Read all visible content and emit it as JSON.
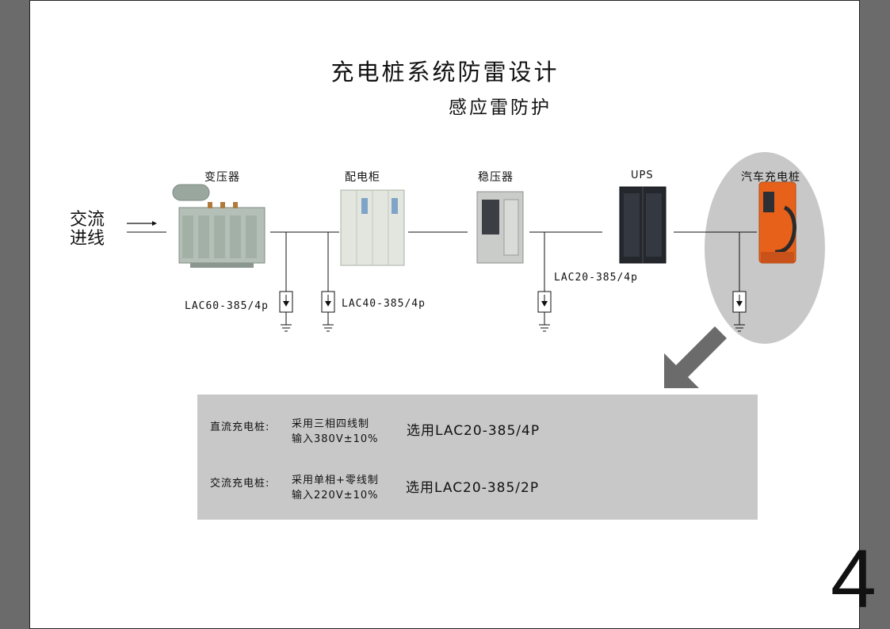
{
  "title": "充电桩系统防雷设计",
  "subtitle": "感应雷防护",
  "input": {
    "line1": "交流",
    "line2": "进线"
  },
  "equipment": {
    "transformer": "变压器",
    "distribution": "配电柜",
    "stabilizer": "稳压器",
    "ups": "UPS",
    "charger": "汽车充电桩"
  },
  "spd_labels": {
    "lac60": "LAC60-385/4p",
    "lac40": "LAC40-385/4p",
    "lac20": "LAC20-385/4p"
  },
  "panel": {
    "dc_key": "直流充电桩:",
    "dc_desc1": "采用三相四线制",
    "dc_desc2": "输入380V±10%",
    "dc_choice": "选用LAC20-385/4P",
    "ac_key": "交流充电桩:",
    "ac_desc1": "采用单相+零线制",
    "ac_desc2": "输入220V±10%",
    "ac_choice": "选用LAC20-385/2P"
  },
  "page_number": "4",
  "colors": {
    "side_bar": "#6b6b6b",
    "panel_bg": "#c8c8c8",
    "highlight_ellipse": "#c8c8c8",
    "charger_orange": "#e8611a"
  }
}
